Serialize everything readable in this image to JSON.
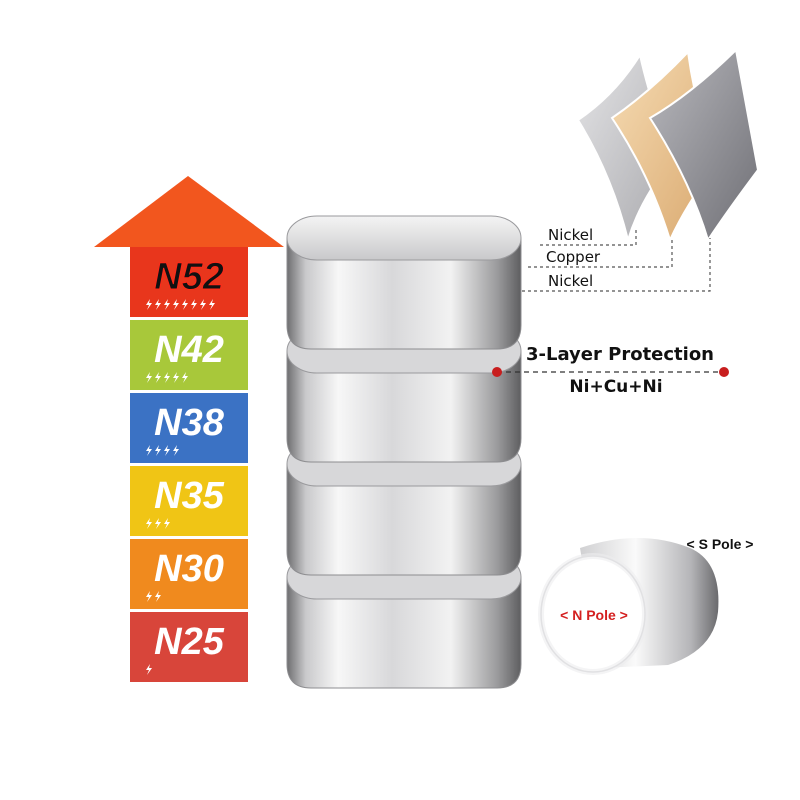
{
  "strength_scale": {
    "grades": [
      {
        "label": "N52",
        "level": 8,
        "color": "#e8361c"
      },
      {
        "label": "N42",
        "level": 5,
        "color": "#a8c83a"
      },
      {
        "label": "N38",
        "level": 4,
        "color": "#3b72c4"
      },
      {
        "label": "N35",
        "level": 3,
        "color": "#f0c515"
      },
      {
        "label": "N30",
        "level": 2,
        "color": "#f08a1e"
      },
      {
        "label": "N25",
        "level": 1,
        "color": "#d8453a"
      }
    ],
    "arrow_color": "#f2561e"
  },
  "coating": {
    "layers": [
      "Nickel",
      "Copper",
      "Nickel"
    ],
    "title": "3-Layer Protection",
    "formula": "Ni+Cu+Ni",
    "marker_color": "#c81e1e"
  },
  "single_magnet": {
    "n_pole": "< N Pole >",
    "s_pole": "< S Pole >",
    "n_pole_color": "#d42020"
  },
  "magnet_stack": {
    "count": 4
  }
}
